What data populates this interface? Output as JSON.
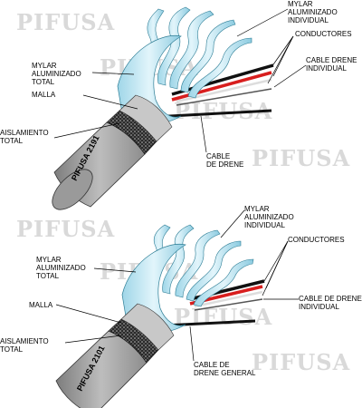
{
  "watermarks": {
    "text": "PIFUSA"
  },
  "diagram_top": {
    "jacket_text": "PIFUSA 2191",
    "labels": {
      "mylar_individual": "MYLAR\nALUMINIZADO\nINDIVIDUAL",
      "conductores": "CONDUCTORES",
      "cable_drene_individual": "CABLE DRENE\nINDIVIDUAL",
      "mylar_total": "MYLAR\nALUMINIZADO\nTOTAL",
      "malla": "MALLA",
      "aislamiento_total": "AISLAMIENTO\nTOTAL",
      "cable_de_drene": "CABLE\nDE DRENE"
    }
  },
  "diagram_bottom": {
    "jacket_text": "PIFUSA 2101",
    "labels": {
      "mylar_individual": "MYLAR\nALUMINIZADO\nINDIVIDUAL",
      "conductores": "CONDUCTORES",
      "mylar_total": "MYLAR\nALUMINIZADO\nTOTAL",
      "cable_drene_individual": "CABLE DE DRENE\nINDIVIDUAL",
      "malla": "MALLA",
      "aislamiento_total": "AISLAMIENTO\nTOTAL",
      "cable_de_drene_general": "CABLE DE\nDRENE GENERAL"
    }
  },
  "colors": {
    "jacket": "#a9a9a9",
    "braid": "#2a2a2a",
    "foil": "#bfe6f2",
    "foil_dark": "#6fb6cc",
    "red_wire": "#d81e1e",
    "black_wire": "#111111"
  }
}
